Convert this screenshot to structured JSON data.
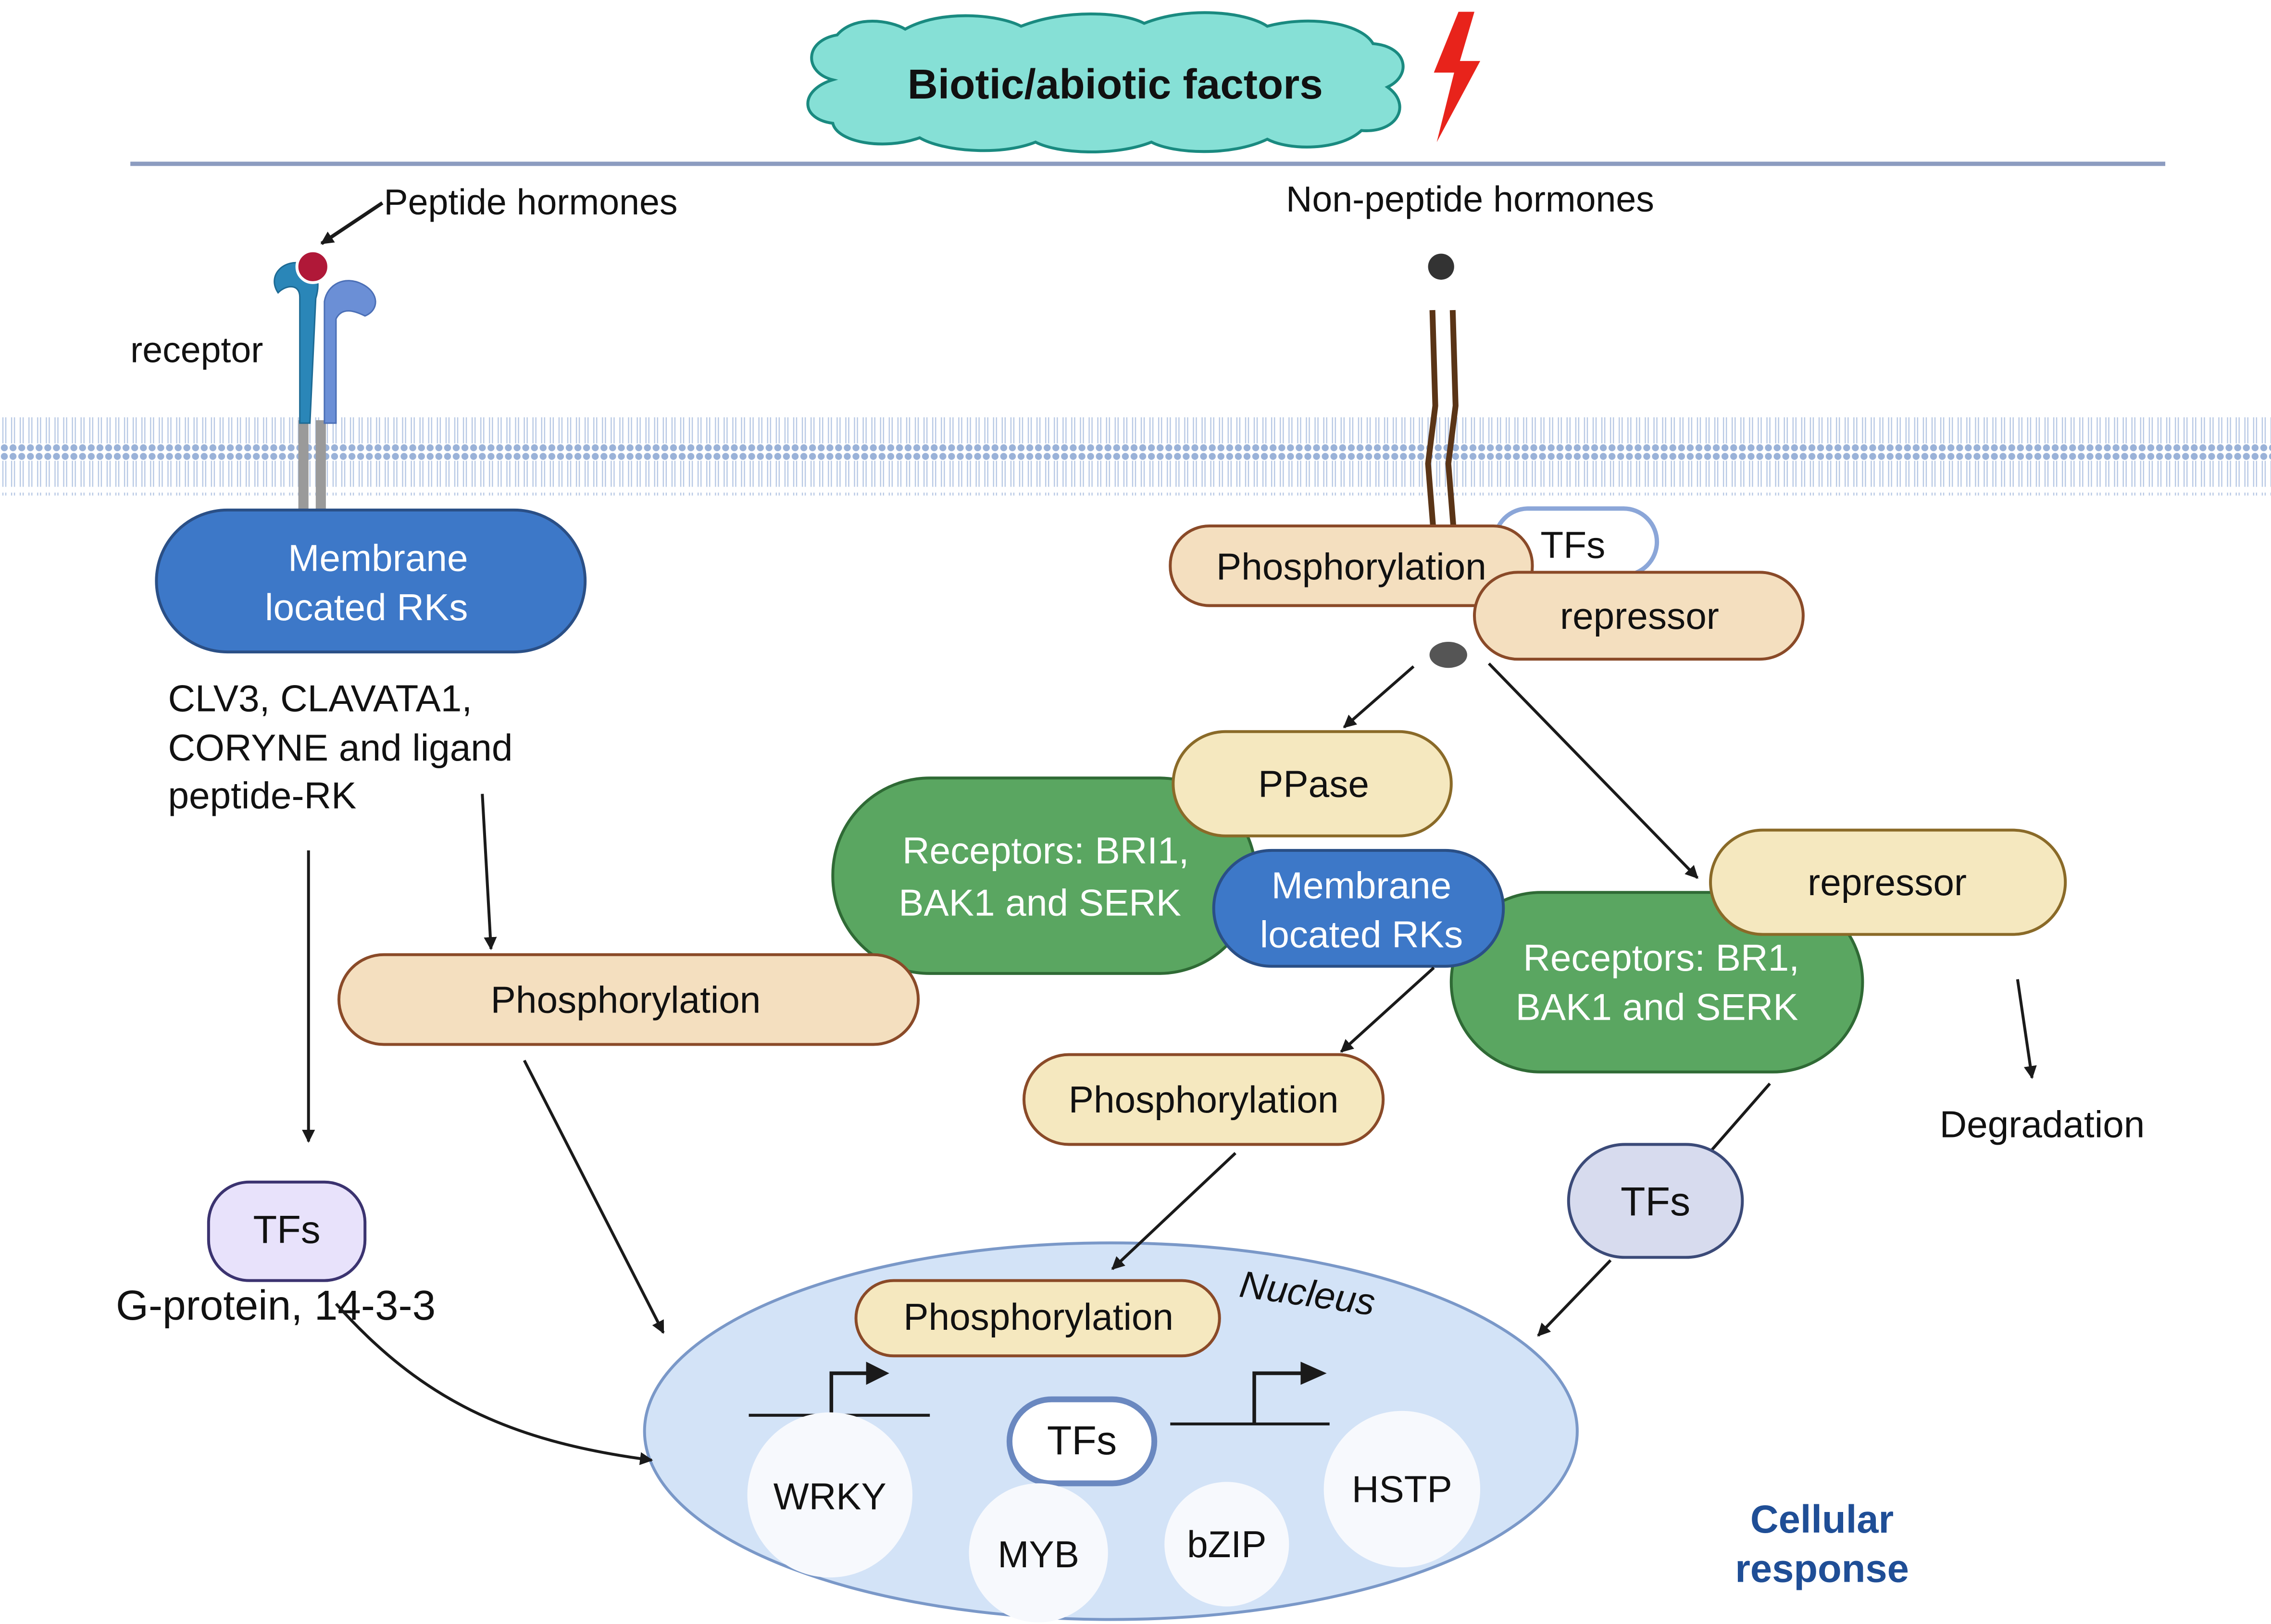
{
  "title_cloud": {
    "label": "Biotic/abiotic factors",
    "fill": "#86e0d6"
  },
  "hormones": {
    "peptide": "Peptide hormones",
    "non_peptide": "Non-peptide hormones",
    "receptor": "receptor"
  },
  "left_pathway": {
    "membrane_rks_line1": "Membrane",
    "membrane_rks_line2": "located RKs",
    "ligands_line1": "CLV3, CLAVATA1,",
    "ligands_line2": "CORYNE and ligand",
    "ligands_line3": "peptide-RK",
    "phosphorylation": "Phosphorylation",
    "tfs": "TFs",
    "gprotein": "G-protein, 14-3-3"
  },
  "right_pathway": {
    "phosphorylation_top": "Phosphorylation",
    "tfs_top": "TFs",
    "repressor_top": "repressor",
    "ppase": "PPase",
    "receptors_a_line1": "Receptors: BRI1,",
    "receptors_a_line2": "BAK1 and SERK",
    "membrane_rks_line1": "Membrane",
    "membrane_rks_line2": "located RKs",
    "repressor_mid": "repressor",
    "receptors_b_line1": "Receptors: BR1,",
    "receptors_b_line2": "BAK1 and SERK",
    "phosphorylation_mid": "Phosphorylation",
    "degradation": "Degradation",
    "tfs_mid": "TFs"
  },
  "nucleus": {
    "label": "Nucleus",
    "phosphorylation": "Phosphorylation",
    "tfs": "TFs",
    "genes": [
      "WRKY",
      "MYB",
      "bZIP",
      "HSTP"
    ]
  },
  "cellular_response": {
    "line1": "Cellular",
    "line2": "response",
    "color": "#1f4e96"
  },
  "colors": {
    "membrane_blue": "#3d78c8",
    "receptor_green": "#5aa661",
    "phospho_tan": "#f4dfbf",
    "phospho_border": "#8a4a28",
    "ppase_yellow": "#f5e8bf",
    "nucleus_fill": "#d3e3f7",
    "tfs_lavender": "#e8e2fb",
    "tfs_slate": "#d7dbee",
    "lightning": "#e8231b"
  }
}
